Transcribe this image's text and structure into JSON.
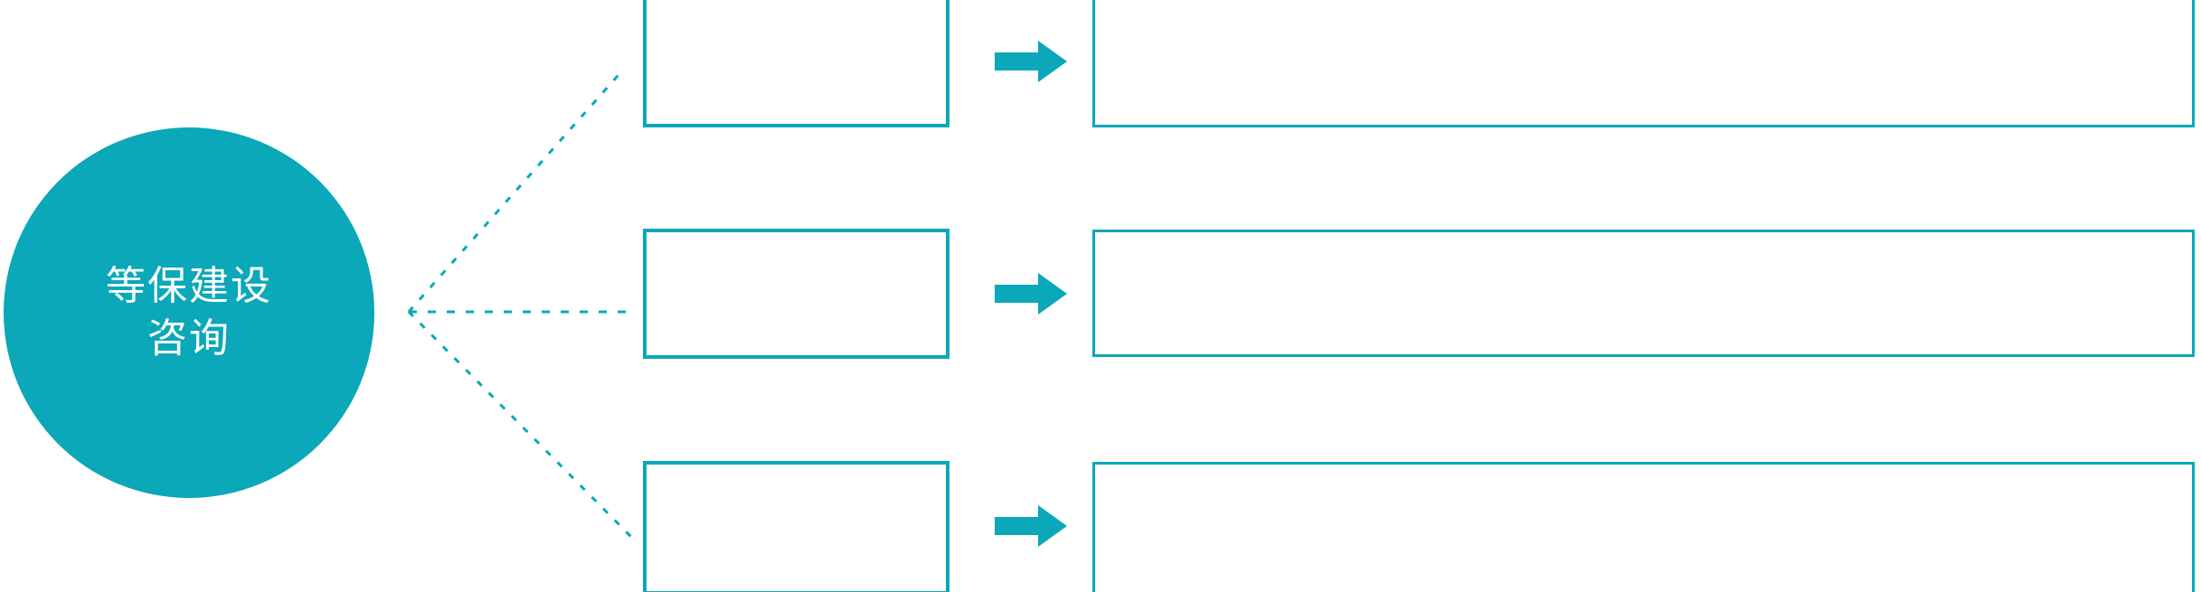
{
  "theme": {
    "accent": "#0aa8b8",
    "background": "#ffffff",
    "text_on_accent": "#ffffff",
    "box_border": "#0aa8b8"
  },
  "hub": {
    "name": "等保建设咨询",
    "line1": "等保建设",
    "line2": "咨询"
  },
  "connector": {
    "style": "dotted",
    "branch_count": 3
  },
  "rows": [
    {
      "id": "row-1",
      "small_label": "",
      "arrow_icon": "right-arrow-icon",
      "detail_text": ""
    },
    {
      "id": "row-2",
      "small_label": "",
      "arrow_icon": "right-arrow-icon",
      "detail_text": ""
    },
    {
      "id": "row-3",
      "small_label": "",
      "arrow_icon": "right-arrow-icon",
      "detail_text": ""
    }
  ]
}
